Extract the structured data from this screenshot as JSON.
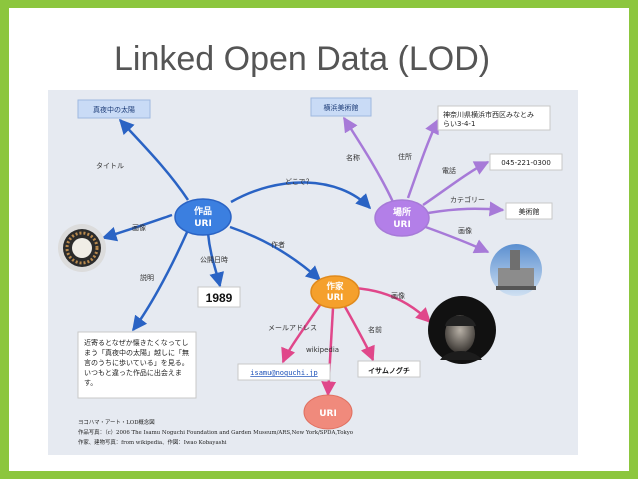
{
  "slide": {
    "title": "Linked Open Data (LOD)"
  },
  "colors": {
    "frame": "#8cc63e",
    "work": "#3b7fe0",
    "place": "#b37fe8",
    "artist": "#f5a02c",
    "uri": "#f08a7c",
    "edge_work": "#2a63c4",
    "edge_place": "#a77ad8",
    "edge_artist": "#e0478a"
  },
  "diagram": {
    "nodes": {
      "work": {
        "line1": "作品",
        "line2": "URI"
      },
      "place": {
        "line1": "場所",
        "line2": "URI"
      },
      "artist": {
        "line1": "作家",
        "line2": "URI"
      },
      "uri": {
        "line1": "URI"
      }
    },
    "values": {
      "work_title": "真夜中の太陽",
      "place_name": "横浜美術館",
      "address_line1": "神奈川県横浜市西区みなとみ",
      "address_line2": "らい3-4-1",
      "phone": "045-221-0300",
      "category": "美術館",
      "year": "1989",
      "email": "isamu@noguchi.jp",
      "artist_name": "イサムノグチ",
      "description": [
        "近寄るとなぜか懐きたくなってし",
        "まう「真夜中の太陽」越しに「無",
        "言のうちに歩いている」を見る。",
        "いつもと違った作品に出会えま",
        "す。"
      ]
    },
    "edge_labels": {
      "title": "タイトル",
      "where": "どこで？",
      "name": "名称",
      "address": "住所",
      "phone": "電話",
      "category": "カテゴリー",
      "image_place": "画像",
      "image_work": "画像",
      "published": "公開日時",
      "author": "作者",
      "description": "説明",
      "image_artist": "画像",
      "email": "メールアドレス",
      "wikipedia": "wikipedia",
      "artist_name": "名前"
    },
    "credits": [
      "ヨコハマ・アート・LOD概念図",
      "作品写真：（c）2006 The Isamu Noguchi Foundation and Garden Museum/ARS,New York/SPDA,Tokyo",
      "作家、建物写真：from wikipedia、作図：Iwao Kobayashi"
    ]
  }
}
